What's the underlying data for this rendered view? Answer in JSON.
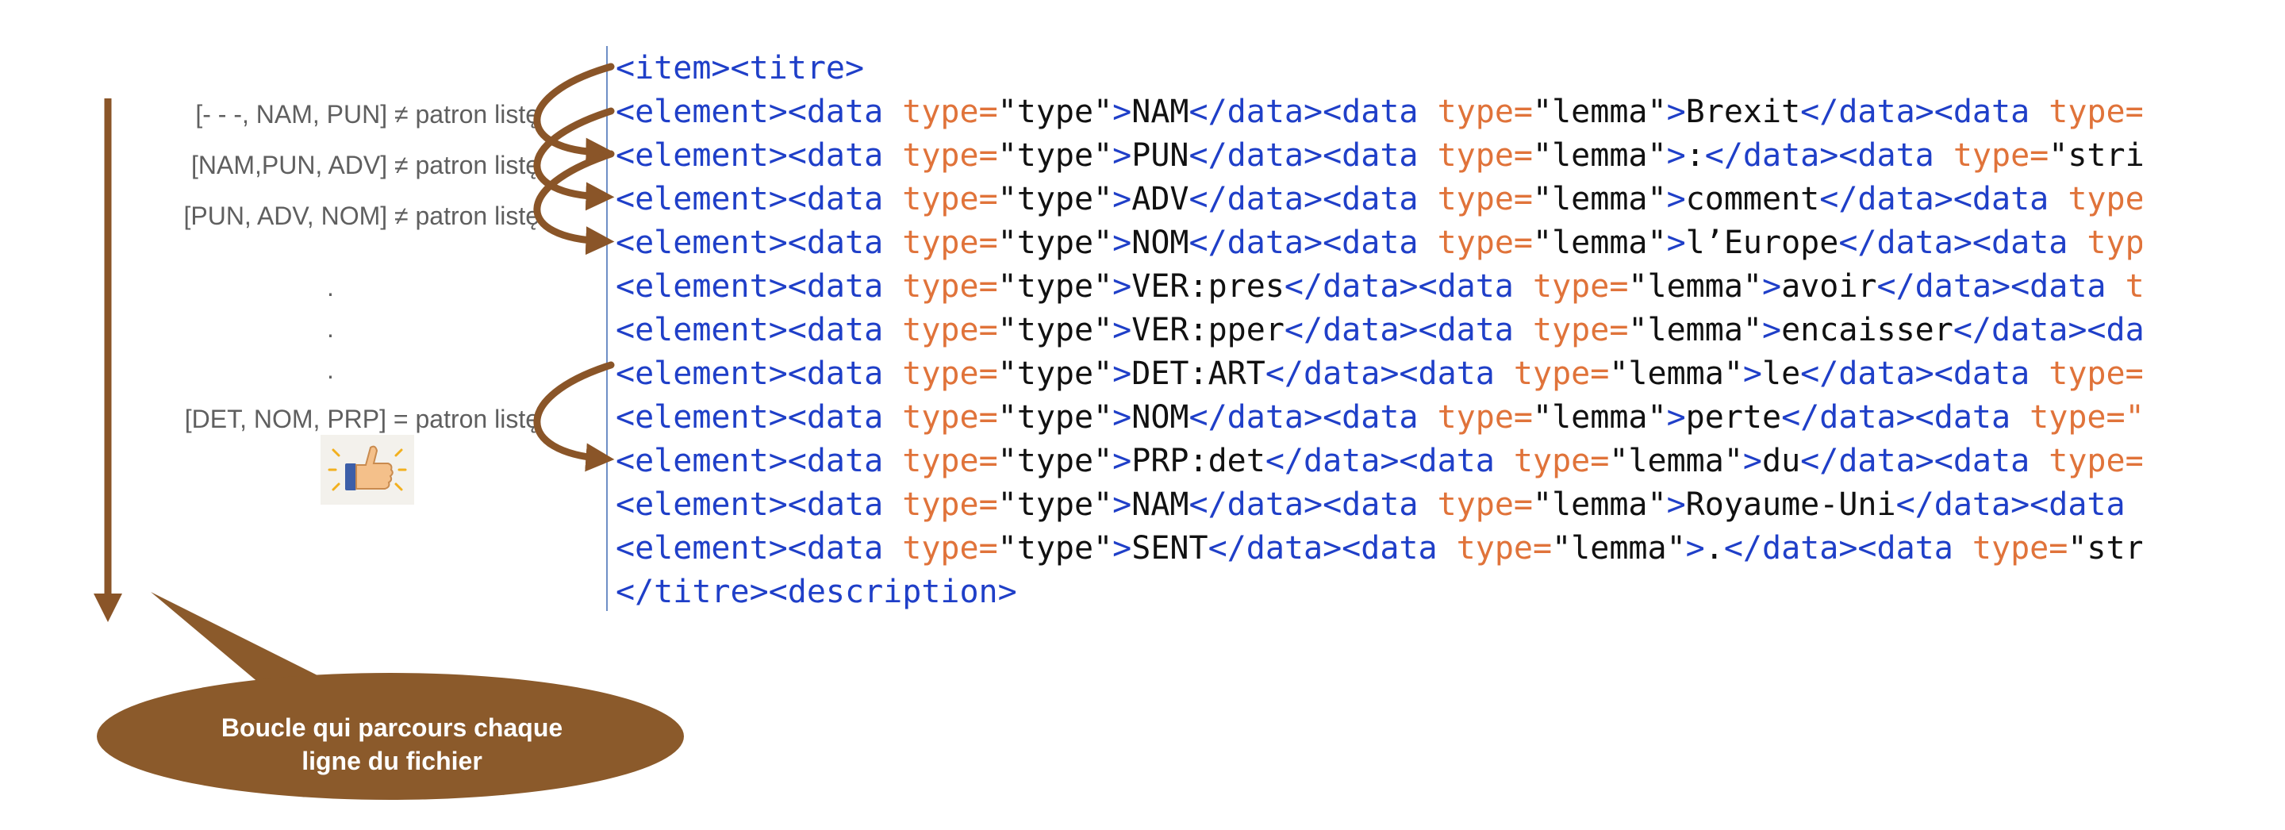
{
  "patterns": [
    "[- - -, NAM, PUN] ≠ patron listę",
    "[NAM,PUN, ADV] ≠ patron listę",
    "[PUN, ADV, NOM] ≠ patron listę",
    "[DET, NOM, PRP] = patron listę"
  ],
  "ellipsis": ".",
  "code_lines": [
    [
      [
        "tg",
        "<item><titre>"
      ]
    ],
    [
      [
        "tg",
        "<element><data "
      ],
      [
        "at",
        "type="
      ],
      [
        "tx",
        "\"type\""
      ],
      [
        "tg",
        ">"
      ],
      [
        "tx",
        "NAM"
      ],
      [
        "tg",
        "</data><data "
      ],
      [
        "at",
        "type="
      ],
      [
        "tx",
        "\"lemma\""
      ],
      [
        "tg",
        ">"
      ],
      [
        "tx",
        "Brexit"
      ],
      [
        "tg",
        "</data><data "
      ],
      [
        "at",
        "type="
      ]
    ],
    [
      [
        "tg",
        "<element><data "
      ],
      [
        "at",
        "type="
      ],
      [
        "tx",
        "\"type\""
      ],
      [
        "tg",
        ">"
      ],
      [
        "tx",
        "PUN"
      ],
      [
        "tg",
        "</data><data "
      ],
      [
        "at",
        "type="
      ],
      [
        "tx",
        "\"lemma\""
      ],
      [
        "tg",
        ">"
      ],
      [
        "tx",
        ":"
      ],
      [
        "tg",
        "</data><data "
      ],
      [
        "at",
        "type="
      ],
      [
        "tx",
        "\"stri"
      ]
    ],
    [
      [
        "tg",
        "<element><data "
      ],
      [
        "at",
        "type="
      ],
      [
        "tx",
        "\"type\""
      ],
      [
        "tg",
        ">"
      ],
      [
        "tx",
        "ADV"
      ],
      [
        "tg",
        "</data><data "
      ],
      [
        "at",
        "type="
      ],
      [
        "tx",
        "\"lemma\""
      ],
      [
        "tg",
        ">"
      ],
      [
        "tx",
        "comment"
      ],
      [
        "tg",
        "</data><data "
      ],
      [
        "at",
        "type"
      ]
    ],
    [
      [
        "tg",
        "<element><data "
      ],
      [
        "at",
        "type="
      ],
      [
        "tx",
        "\"type\""
      ],
      [
        "tg",
        ">"
      ],
      [
        "tx",
        "NOM"
      ],
      [
        "tg",
        "</data><data "
      ],
      [
        "at",
        "type="
      ],
      [
        "tx",
        "\"lemma\""
      ],
      [
        "tg",
        ">"
      ],
      [
        "tx",
        "l’Europe"
      ],
      [
        "tg",
        "</data><data "
      ],
      [
        "at",
        "typ"
      ]
    ],
    [
      [
        "tg",
        "<element><data "
      ],
      [
        "at",
        "type="
      ],
      [
        "tx",
        "\"type\""
      ],
      [
        "tg",
        ">"
      ],
      [
        "tx",
        "VER:pres"
      ],
      [
        "tg",
        "</data><data "
      ],
      [
        "at",
        "type="
      ],
      [
        "tx",
        "\"lemma\""
      ],
      [
        "tg",
        ">"
      ],
      [
        "tx",
        "avoir"
      ],
      [
        "tg",
        "</data><data "
      ],
      [
        "at",
        "t"
      ]
    ],
    [
      [
        "tg",
        "<element><data "
      ],
      [
        "at",
        "type="
      ],
      [
        "tx",
        "\"type\""
      ],
      [
        "tg",
        ">"
      ],
      [
        "tx",
        "VER:pper"
      ],
      [
        "tg",
        "</data><data "
      ],
      [
        "at",
        "type="
      ],
      [
        "tx",
        "\"lemma\""
      ],
      [
        "tg",
        ">"
      ],
      [
        "tx",
        "encaisser"
      ],
      [
        "tg",
        "</data><da"
      ]
    ],
    [
      [
        "tg",
        "<element><data "
      ],
      [
        "at",
        "type="
      ],
      [
        "tx",
        "\"type\""
      ],
      [
        "tg",
        ">"
      ],
      [
        "tx",
        "DET:ART"
      ],
      [
        "tg",
        "</data><data "
      ],
      [
        "at",
        "type="
      ],
      [
        "tx",
        "\"lemma\""
      ],
      [
        "tg",
        ">"
      ],
      [
        "tx",
        "le"
      ],
      [
        "tg",
        "</data><data "
      ],
      [
        "at",
        "type="
      ]
    ],
    [
      [
        "tg",
        "<element><data "
      ],
      [
        "at",
        "type="
      ],
      [
        "tx",
        "\"type\""
      ],
      [
        "tg",
        ">"
      ],
      [
        "tx",
        "NOM"
      ],
      [
        "tg",
        "</data><data "
      ],
      [
        "at",
        "type="
      ],
      [
        "tx",
        "\"lemma\""
      ],
      [
        "tg",
        ">"
      ],
      [
        "tx",
        "perte"
      ],
      [
        "tg",
        "</data><data "
      ],
      [
        "at",
        "type=\""
      ]
    ],
    [
      [
        "tg",
        "<element><data "
      ],
      [
        "at",
        "type="
      ],
      [
        "tx",
        "\"type\""
      ],
      [
        "tg",
        ">"
      ],
      [
        "tx",
        "PRP:det"
      ],
      [
        "tg",
        "</data><data "
      ],
      [
        "at",
        "type="
      ],
      [
        "tx",
        "\"lemma\""
      ],
      [
        "tg",
        ">"
      ],
      [
        "tx",
        "du"
      ],
      [
        "tg",
        "</data><data "
      ],
      [
        "at",
        "type="
      ]
    ],
    [
      [
        "tg",
        "<element><data "
      ],
      [
        "at",
        "type="
      ],
      [
        "tx",
        "\"type\""
      ],
      [
        "tg",
        ">"
      ],
      [
        "tx",
        "NAM"
      ],
      [
        "tg",
        "</data><data "
      ],
      [
        "at",
        "type="
      ],
      [
        "tx",
        "\"lemma\""
      ],
      [
        "tg",
        ">"
      ],
      [
        "tx",
        "Royaume-Uni"
      ],
      [
        "tg",
        "</data><data"
      ]
    ],
    [
      [
        "tg",
        "<element><data "
      ],
      [
        "at",
        "type="
      ],
      [
        "tx",
        "\"type\""
      ],
      [
        "tg",
        ">"
      ],
      [
        "tx",
        "SENT"
      ],
      [
        "tg",
        "</data><data "
      ],
      [
        "at",
        "type="
      ],
      [
        "tx",
        "\"lemma\""
      ],
      [
        "tg",
        ">"
      ],
      [
        "tx",
        "."
      ],
      [
        "tg",
        "</data><data "
      ],
      [
        "at",
        "type="
      ],
      [
        "tx",
        "\"str"
      ]
    ],
    [
      [
        "tg",
        "</titre><description>"
      ]
    ]
  ],
  "callout": {
    "line1": "Boucle qui  parcours chaque",
    "line2": "ligne du fichier"
  },
  "colors": {
    "arrow": "#8a5528",
    "bubble": "#8b5a2b",
    "tag": "#1f3fc8",
    "attr": "#e0733a",
    "text": "#111111"
  },
  "icons": {
    "thumb": "thumbs-up-icon"
  }
}
